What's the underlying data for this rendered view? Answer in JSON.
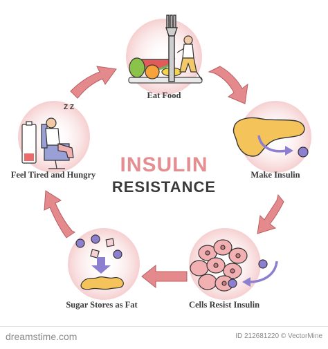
{
  "title": {
    "line1": "INSULIN",
    "line2": "RESISTANCE"
  },
  "steps": [
    {
      "label": "Eat Food"
    },
    {
      "label": "Make Insulin"
    },
    {
      "label": "Cells Resist Insulin"
    },
    {
      "label": "Sugar Stores as Fat"
    },
    {
      "label": "Feel Tired and Hungry"
    }
  ],
  "sleep_text": "Z Z",
  "footer": {
    "left": "dreamstime.com",
    "right": "ID 212681220 © VectorMine"
  },
  "colors": {
    "accent": "#e58e92",
    "arrow": "#e4898c",
    "arrow_stroke": "#b85e62",
    "circle_bg": "#f8dcdc",
    "purple": "#8d7fcf",
    "pancreas": "#f4c35a",
    "fat": "#f4c35a"
  }
}
